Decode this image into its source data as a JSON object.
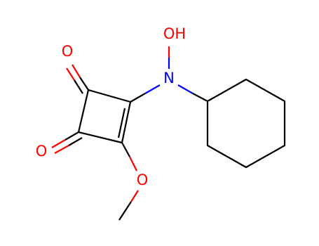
{
  "colors": {
    "background": "#ffffff",
    "bond": "#000000",
    "oxygen": "#ff0000",
    "nitrogen": "#0000ff"
  },
  "atoms": {
    "oh_label": "OH",
    "n_label": "N",
    "o_top_label": "O",
    "o_left_label": "O",
    "o_methoxy_label": "O"
  }
}
